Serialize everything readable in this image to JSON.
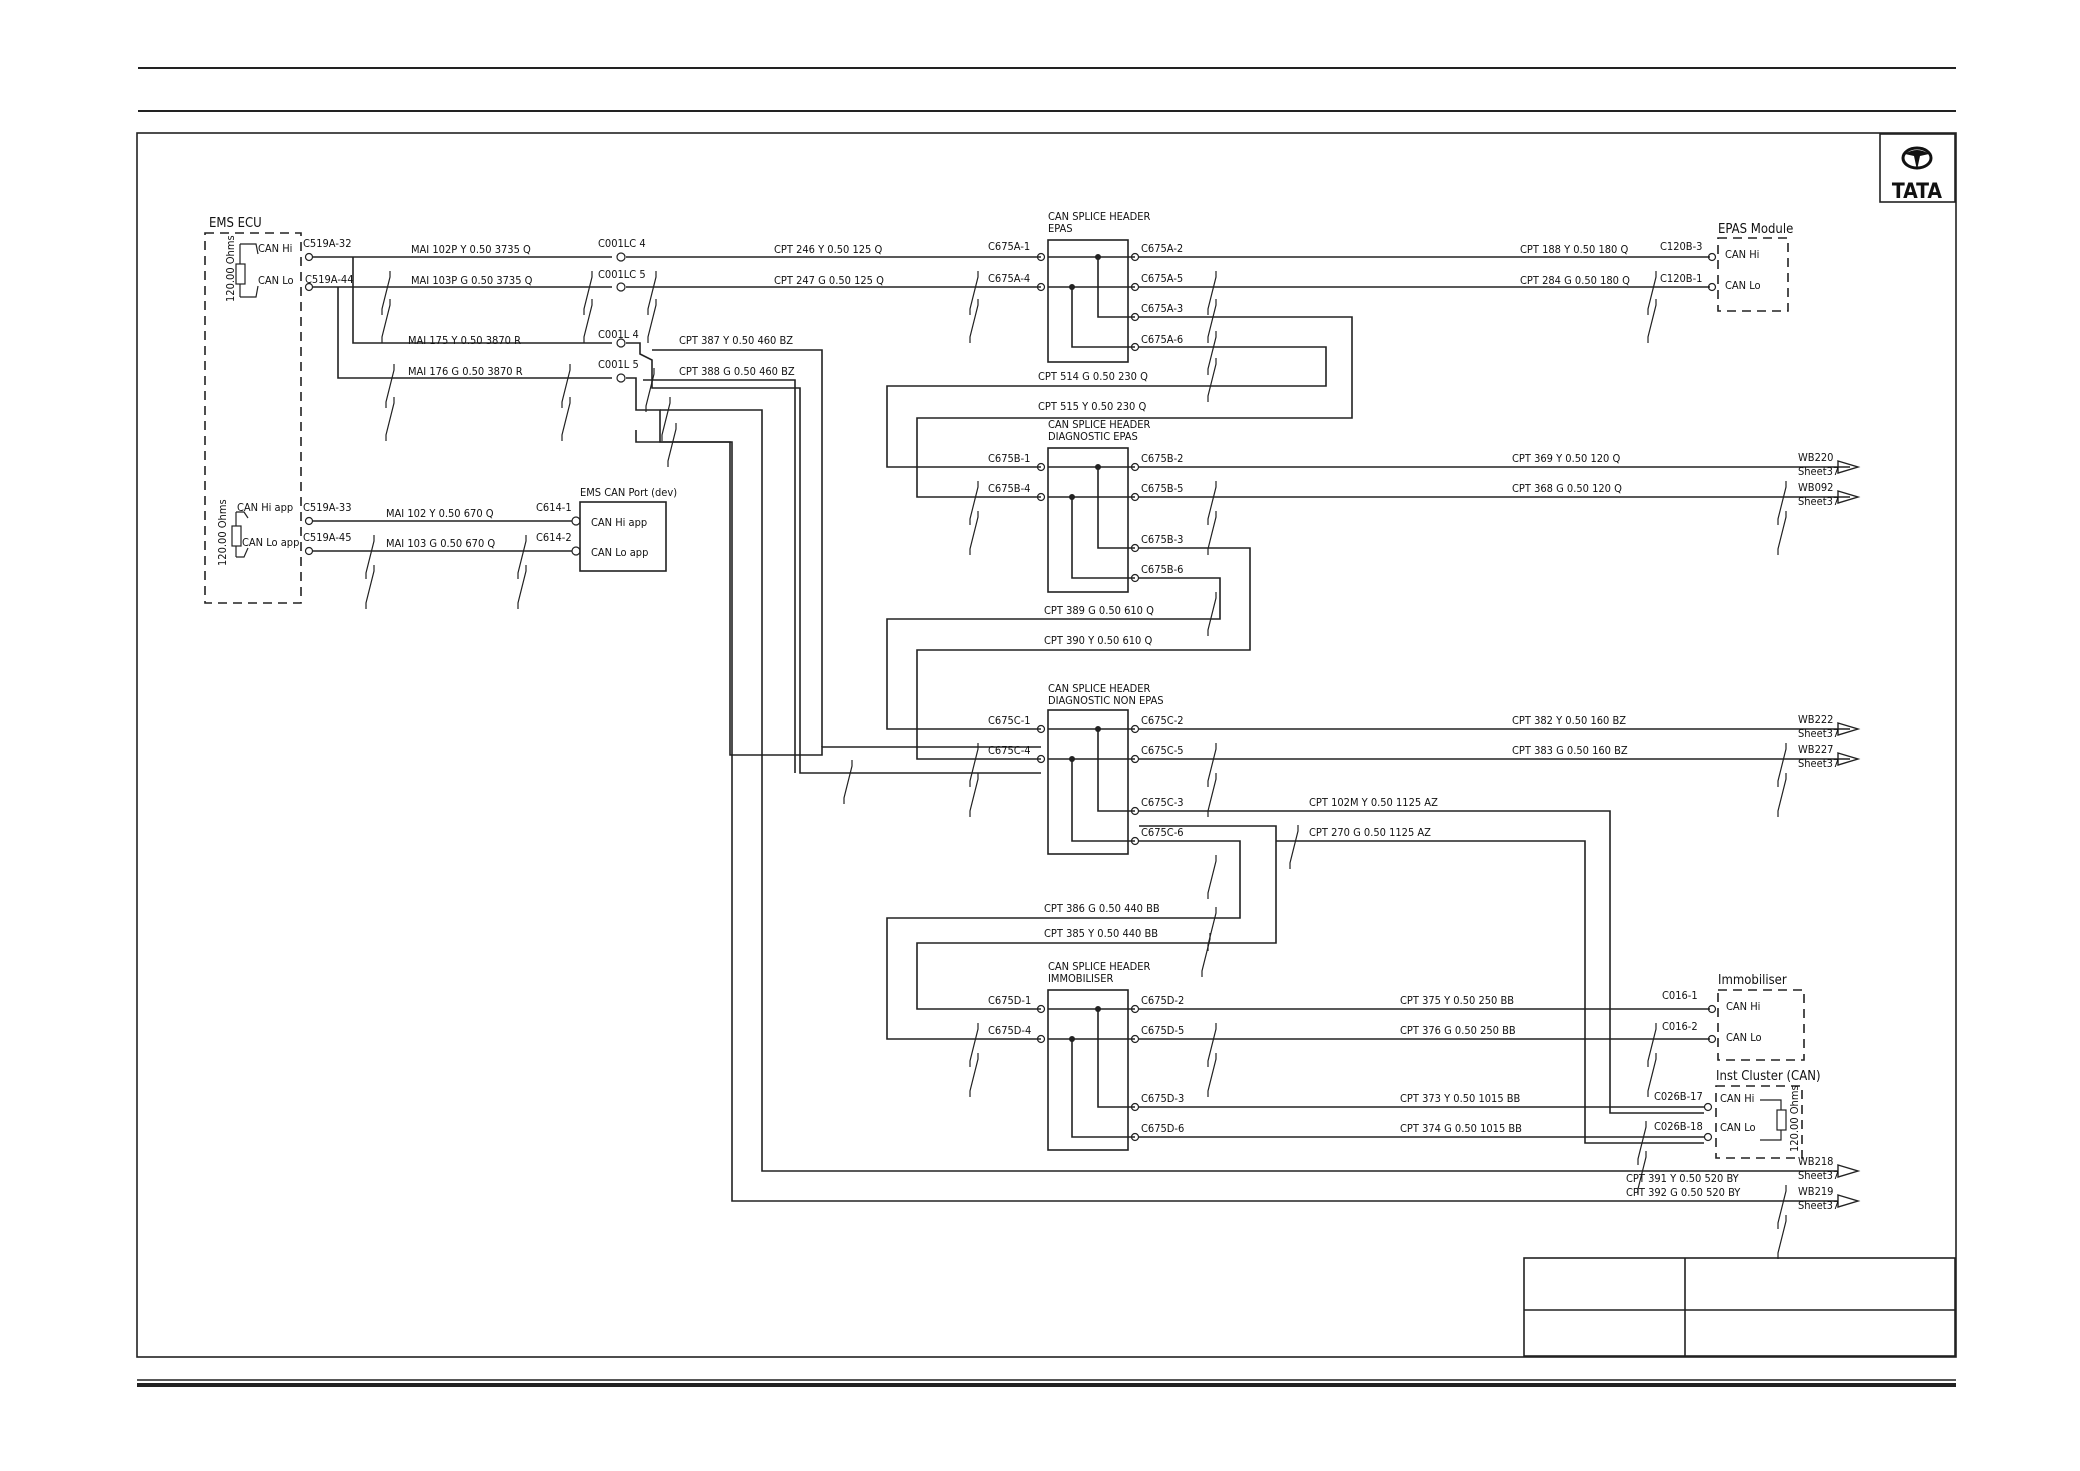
{
  "logo": {
    "text": "TATA",
    "icon": "tata-logo-icon"
  },
  "components": {
    "ems_ecu": {
      "title": "EMS ECU",
      "resistor1": "120.00 Ohms",
      "resistor2": "120.00 Ohms",
      "pins": [
        "CAN Hi",
        "CAN Lo",
        "CAN Hi app",
        "CAN Lo app"
      ]
    },
    "epas_module": {
      "title": "EPAS Module",
      "pins": [
        "CAN Hi",
        "CAN Lo"
      ]
    },
    "ems_can_port": {
      "title": "EMS CAN Port (dev)",
      "pins": [
        "CAN Hi app",
        "CAN Lo app"
      ]
    },
    "immobiliser": {
      "title": "Immobiliser",
      "pins": [
        "CAN Hi",
        "CAN Lo"
      ]
    },
    "inst_cluster": {
      "title": "Inst Cluster (CAN)",
      "resistor": "120.00 Ohms",
      "pins": [
        "CAN Hi",
        "CAN Lo"
      ]
    }
  },
  "splice_headers": {
    "a": [
      "CAN SPLICE HEADER",
      "EPAS"
    ],
    "b": [
      "CAN SPLICE HEADER",
      "DIAGNOSTIC EPAS"
    ],
    "c": [
      "CAN SPLICE HEADER",
      "DIAGNOSTIC NON EPAS"
    ],
    "d": [
      "CAN SPLICE HEADER",
      "IMMOBILISER"
    ]
  },
  "connectors": {
    "c519a_32": "C519A-32",
    "c519a_44": "C519A-44",
    "c519a_33": "C519A-33",
    "c519a_45": "C519A-45",
    "c001lc_4": "C001LC 4",
    "c001lc_5": "C001LC 5",
    "c001l_4": "C001L 4",
    "c001l_5": "C001L 5",
    "c614_1": "C614-1",
    "c614_2": "C614-2",
    "c675a_1": "C675A-1",
    "c675a_4": "C675A-4",
    "c675a_2": "C675A-2",
    "c675a_5": "C675A-5",
    "c675a_3": "C675A-3",
    "c675a_6": "C675A-6",
    "c675b_1": "C675B-1",
    "c675b_4": "C675B-4",
    "c675b_2": "C675B-2",
    "c675b_5": "C675B-5",
    "c675b_3": "C675B-3",
    "c675b_6": "C675B-6",
    "c675c_1": "C675C-1",
    "c675c_4": "C675C-4",
    "c675c_2": "C675C-2",
    "c675c_5": "C675C-5",
    "c675c_3": "C675C-3",
    "c675c_6": "C675C-6",
    "c675d_1": "C675D-1",
    "c675d_4": "C675D-4",
    "c675d_2": "C675D-2",
    "c675d_5": "C675D-5",
    "c675d_3": "C675D-3",
    "c675d_6": "C675D-6",
    "c120b_3": "C120B-3",
    "c120b_1": "C120B-1",
    "c016_1": "C016-1",
    "c016_2": "C016-2",
    "c026b_17": "C026B-17",
    "c026b_18": "C026B-18"
  },
  "wires": {
    "mai102p": "MAI 102P Y 0.50 3735 Q",
    "mai103p": "MAI 103P G 0.50 3735 Q",
    "mai175": "MAI 175 Y 0.50 3870 R",
    "mai176": "MAI 176 G 0.50 3870 R",
    "mai102": "MAI 102 Y 0.50 670 Q",
    "mai103": "MAI 103 G 0.50 670 Q",
    "cpt246": "CPT 246 Y 0.50 125 Q",
    "cpt247": "CPT 247 G 0.50 125 Q",
    "cpt387": "CPT 387 Y 0.50 460 BZ",
    "cpt388": "CPT 388 G 0.50 460 BZ",
    "cpt188": "CPT 188 Y 0.50 180 Q",
    "cpt284": "CPT 284 G 0.50 180 Q",
    "cpt514": "CPT 514 G 0.50 230 Q",
    "cpt515": "CPT 515 Y 0.50 230 Q",
    "cpt369": "CPT 369 Y 0.50 120 Q",
    "cpt368": "CPT 368 G 0.50 120 Q",
    "cpt389": "CPT 389 G 0.50 610 Q",
    "cpt390": "CPT 390 Y 0.50 610 Q",
    "cpt382": "CPT 382 Y 0.50 160 BZ",
    "cpt383": "CPT 383 G 0.50 160 BZ",
    "cpt102m": "CPT 102M Y 0.50 1125 AZ",
    "cpt270": "CPT 270 G 0.50 1125 AZ",
    "cpt386": "CPT 386 G 0.50 440 BB",
    "cpt385": "CPT 385 Y 0.50 440 BB",
    "cpt375": "CPT 375 Y 0.50 250 BB",
    "cpt376": "CPT 376 G 0.50 250 BB",
    "cpt373": "CPT 373 Y 0.50 1015 BB",
    "cpt374": "CPT 374 G 0.50 1015 BB",
    "cpt391": "CPT 391 Y 0.50 520 BY",
    "cpt392": "CPT 392 G 0.50 520 BY"
  },
  "offsheet": {
    "wb220": "WB220",
    "wb092": "WB092",
    "wb222": "WB222",
    "wb227": "WB227",
    "wb218": "WB218",
    "wb219": "WB219",
    "sheet": "Sheet37"
  }
}
